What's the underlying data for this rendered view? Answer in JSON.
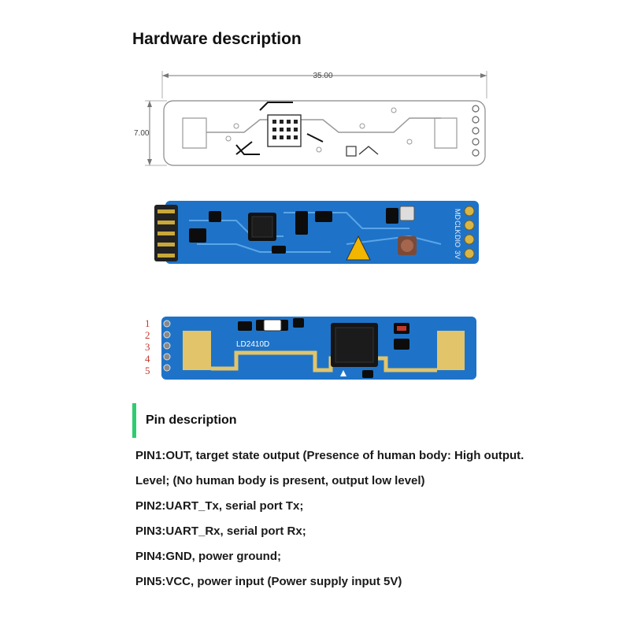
{
  "title": "Hardware description",
  "drawing": {
    "width_label": "35.00",
    "height_label": "7.00"
  },
  "board": {
    "model_label": "LD2410D",
    "pin_numbers": [
      "1",
      "2",
      "3",
      "4",
      "5"
    ],
    "silk_labels": [
      "MD",
      "CLK",
      "DIO",
      "3V"
    ]
  },
  "colors": {
    "pcb_blue": "#1e73c8",
    "antenna_gold": "#e2c46a",
    "accent_green": "#2ecc71",
    "pin_number_red": "#c0392b"
  },
  "pin_section": {
    "heading": "Pin description",
    "lines": [
      "PIN1:OUT, target state output (Presence of human body: High output.",
      "Level; (No human body is present, output low level)",
      "PIN2:UART_Tx, serial port Tx;",
      "PIN3:UART_Rx, serial port Rx;",
      "PIN4:GND, power ground;",
      "PIN5:VCC, power input (Power supply input 5V)"
    ]
  }
}
